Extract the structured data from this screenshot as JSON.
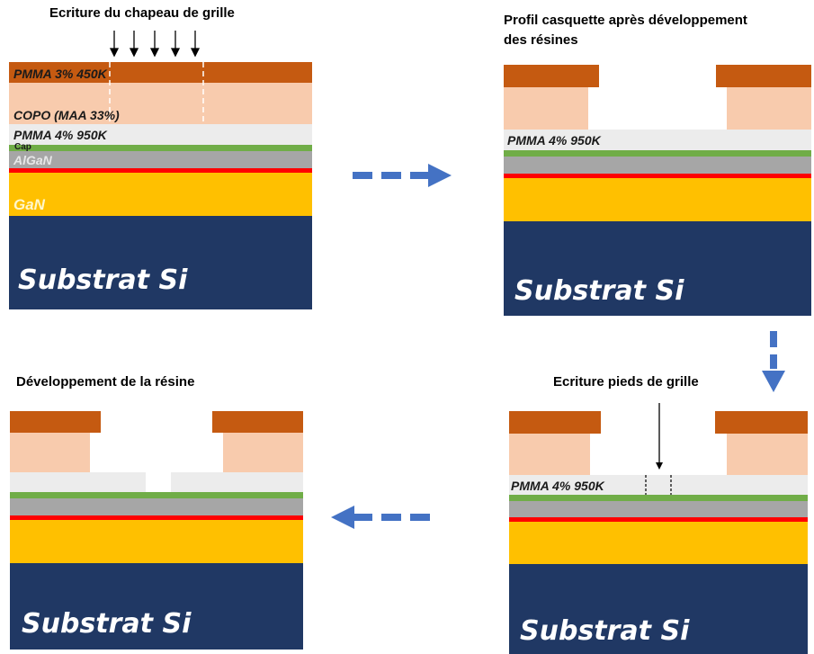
{
  "panel1": {
    "title": "Ecriture du chapeau de grille",
    "layers": {
      "pmma3": "PMMA 3% 450K",
      "copo": "COPO (MAA 33%)",
      "pmma4": "PMMA 4% 950K",
      "cap": "Cap",
      "algan": "AlGaN",
      "gan": "GaN",
      "substrate": "Substrat Si"
    }
  },
  "panel2": {
    "title_line1": "Profil casquette après développement",
    "title_line2": "des résines",
    "pmma4": "PMMA 4% 950K",
    "substrate": "Substrat Si"
  },
  "panel3": {
    "title": "Ecriture pieds de grille",
    "pmma4": "PMMA 4% 950K",
    "substrate": "Substrat Si"
  },
  "panel4": {
    "title": "Développement de la résine",
    "substrate": "Substrat Si"
  },
  "colors": {
    "pmma3": "#c55a11",
    "copo": "#f8cbad",
    "pmma4": "#ececec",
    "cap": "#70ad47",
    "algan": "#a6a6a6",
    "interface": "#ff0000",
    "gan": "#ffc000",
    "substrate": "#203864",
    "arrow": "#4472c4"
  }
}
